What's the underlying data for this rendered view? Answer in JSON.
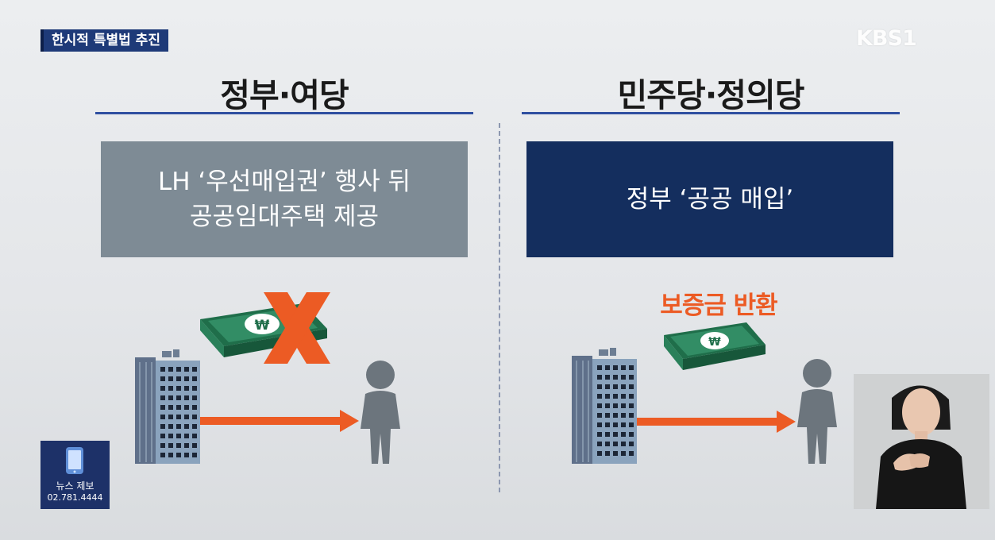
{
  "broadcast": {
    "topic_caption": "한시적 특별법 추진",
    "channel_logo": "KBS1"
  },
  "left": {
    "title": "정부·여당",
    "box_lines": [
      "LH ‘우선매입권’ 행사 뒤",
      "공공임대주택 제공"
    ],
    "box_color": "#7e8b95"
  },
  "right": {
    "title": "민주당·정의당",
    "box_lines": [
      "정부 ‘공공 매입’"
    ],
    "box_color": "#142e5e",
    "highlight": "보증금 반환",
    "highlight_color": "#ec5b24"
  },
  "tip": {
    "label": "뉴스 제보",
    "phone": "02.781.4444"
  },
  "icons": [
    "building-icon",
    "money-bundle-icon",
    "cross-mark-icon",
    "arrow-icon",
    "person-icon",
    "phone-icon"
  ]
}
